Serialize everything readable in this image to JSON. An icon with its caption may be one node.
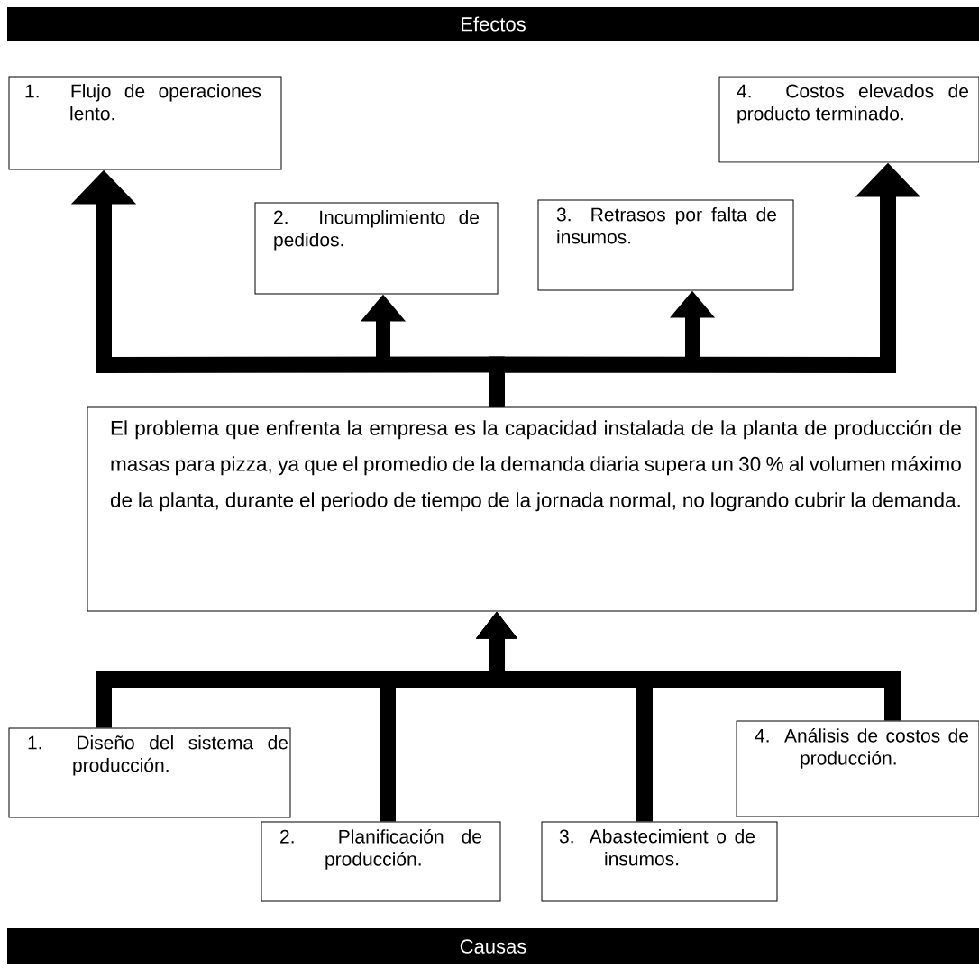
{
  "diagram": {
    "nodes": [
      {
        "text": [
          "Efectos"
        ]
      },
      {
        "text": [
          "1. Flujo de operaciones lento."
        ]
      },
      {
        "text": [
          "2. Incumplimiento de pedidos."
        ]
      },
      {
        "text": [
          "3. Retrasos por falta de insumos."
        ]
      },
      {
        "text": [
          "4. Costos elevados de producto terminado."
        ]
      },
      {
        "text": [
          "El problema que enfrenta la empresa es la capacidad instalada de la planta de producción de masas para pizza, ya que el promedio de la demanda diaria supera un 30 % al volumen máximo de la planta, durante el periodo de tiempo de la jornada normal, no logrando cubrir la demanda."
        ]
      },
      {
        "text": [
          "1. Diseño del sistema de producción."
        ]
      },
      {
        "text": [
          "2. Planificación de producción."
        ]
      },
      {
        "text": [
          "3. Abastecimient o de insumos."
        ]
      },
      {
        "text": [
          "4. Análisis de costos de producción."
        ]
      },
      {
        "text": [
          "Causas"
        ]
      }
    ],
    "edges": [
      {
        "from": 5,
        "to": 1,
        "arrow": "to"
      },
      {
        "from": 5,
        "to": 2,
        "arrow": "to"
      },
      {
        "from": 5,
        "to": 3,
        "arrow": "to"
      },
      {
        "from": 5,
        "to": 4,
        "arrow": "to"
      },
      {
        "from": 6,
        "to": 5,
        "arrow": "to"
      },
      {
        "from": 7,
        "to": 5,
        "arrow": "to"
      },
      {
        "from": 8,
        "to": 5,
        "arrow": "to"
      },
      {
        "from": 9,
        "to": 5,
        "arrow": "to"
      }
    ]
  }
}
